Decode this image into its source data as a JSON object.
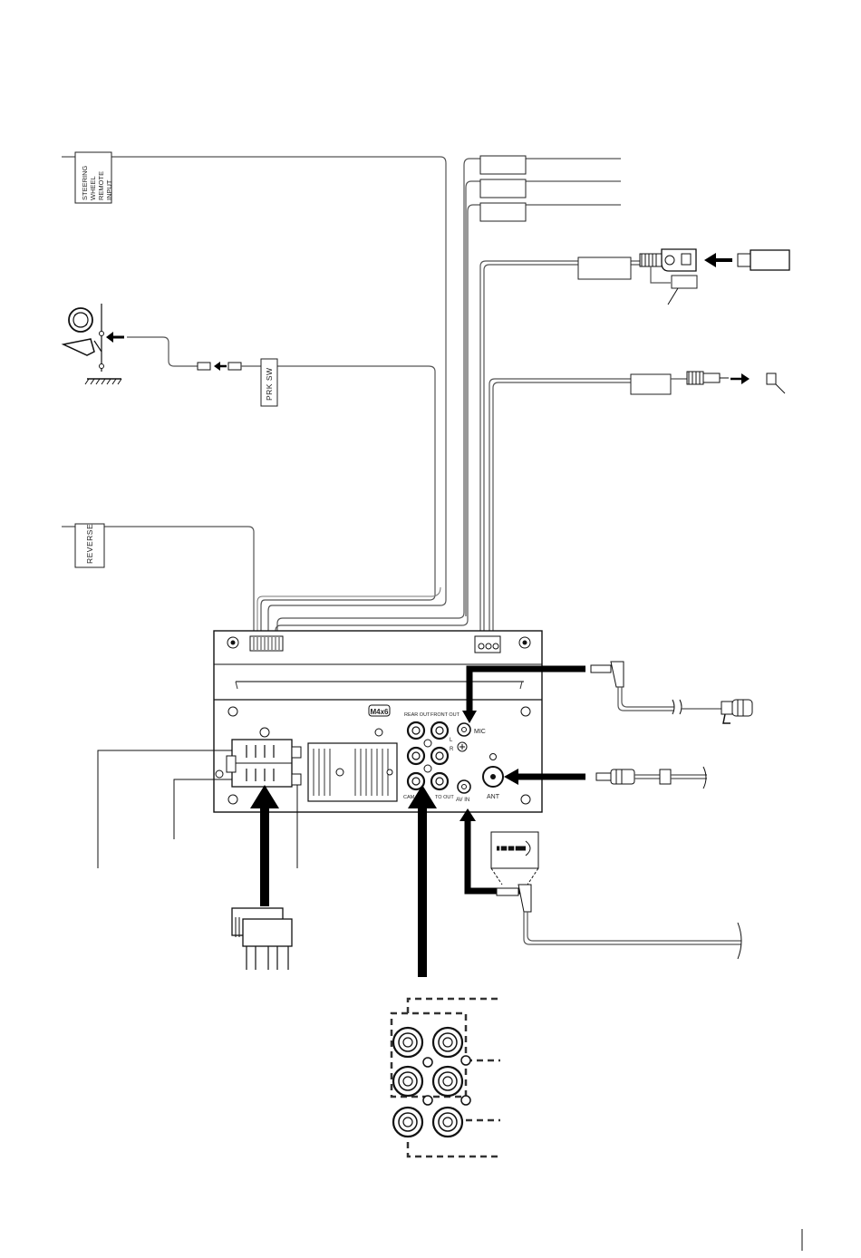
{
  "labels": {
    "steering_input": [
      "STEERING",
      "WHEEL",
      "REMOTE",
      "INPUT"
    ],
    "prk_sw": "PRK SW",
    "reverse": "REVERSE",
    "screw": "M4x6",
    "rear_out": "REAR OUT",
    "front_out": "FRONT OUT",
    "mic": "MIC",
    "l": "L",
    "r": "R",
    "cam": "CAM",
    "video_out": "TO OUT",
    "av_in": "AV IN",
    "ant": "ANT"
  }
}
